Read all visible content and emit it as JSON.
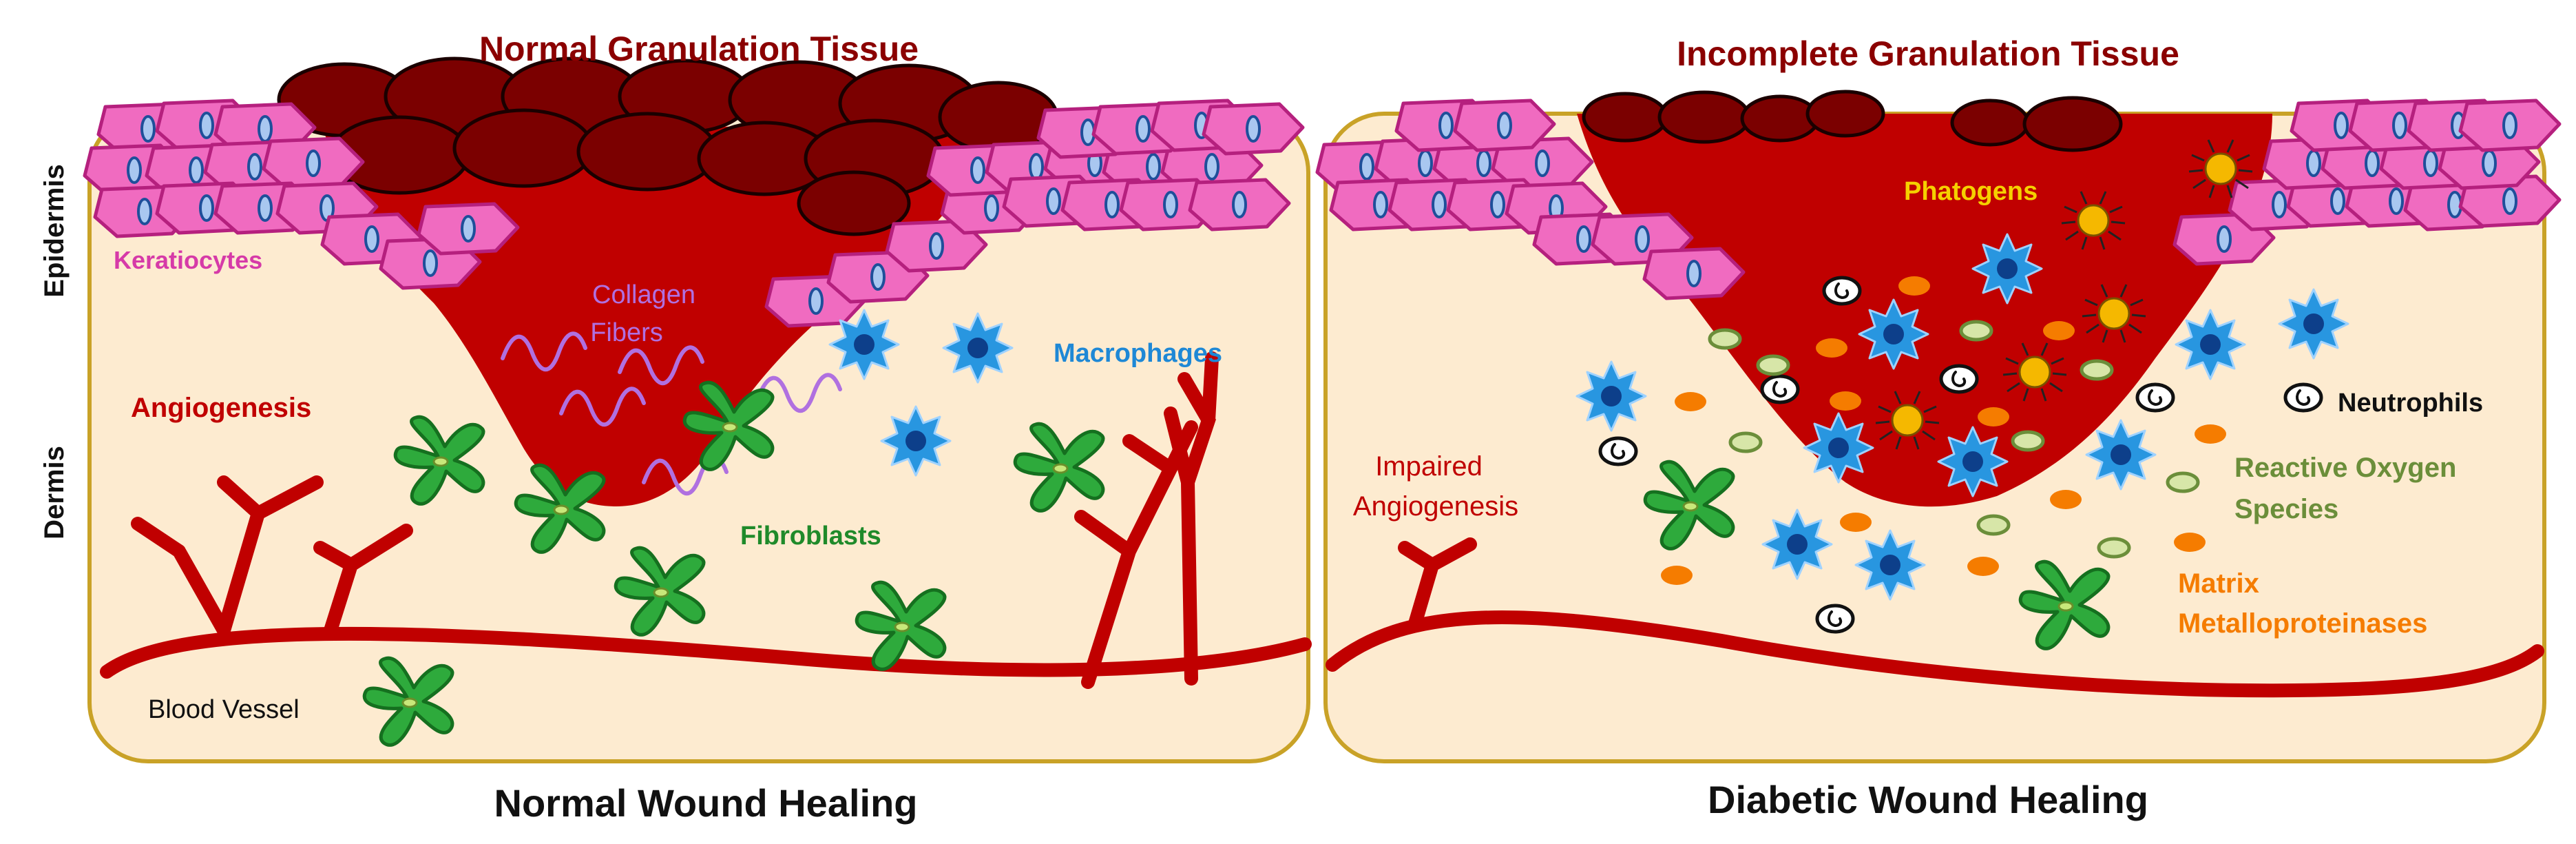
{
  "axis": {
    "epidermis": "Epidermis",
    "dermis": "Dermis"
  },
  "left": {
    "heading": "Normal Granulation Tissue",
    "caption": "Normal Wound Healing",
    "labels": {
      "keratiocytes": "Keratiocytes",
      "collagen_line1": "Collagen",
      "collagen_line2": "Fibers",
      "macrophages": "Macrophages",
      "angiogenesis": "Angiogenesis",
      "fibroblasts": "Fibroblasts",
      "blood_vessel": "Blood Vessel"
    }
  },
  "right": {
    "heading": "Incomplete Granulation Tissue",
    "caption": "Diabetic Wound Healing",
    "labels": {
      "phatogens": "Phatogens",
      "neutrophils": "Neutrophils",
      "impaired_line1": "Impaired",
      "impaired_line2": "Angiogenesis",
      "ros_line1": "Reactive Oxygen",
      "ros_line2": "Species",
      "mmp_line1": "Matrix",
      "mmp_line2": "Metalloproteinases"
    }
  },
  "colors": {
    "dermis_fill": "#fdebd0",
    "panel_border": "#c9a227",
    "wound": "#c00000",
    "scab": "#7b0000",
    "keratinocyte": "#f06bc0",
    "vessel": "#c00000",
    "fibroblast": "#2eaa3c",
    "macrophage": "#1e88d6",
    "pathogen": "#f5b800",
    "mmp": "#f57c00",
    "ros": "#8aaa5a",
    "heading": "#8b0000",
    "keratiocytes_label": "#d63aa8",
    "collagen_label": "#b070e0",
    "macrophages_label": "#1e88d6",
    "angiogenesis_label": "#c00000",
    "fibroblasts_label": "#1f8a2a",
    "phatogens_label": "#f5d000",
    "ros_label": "#6b8e3a",
    "mmp_label": "#f57c00"
  }
}
